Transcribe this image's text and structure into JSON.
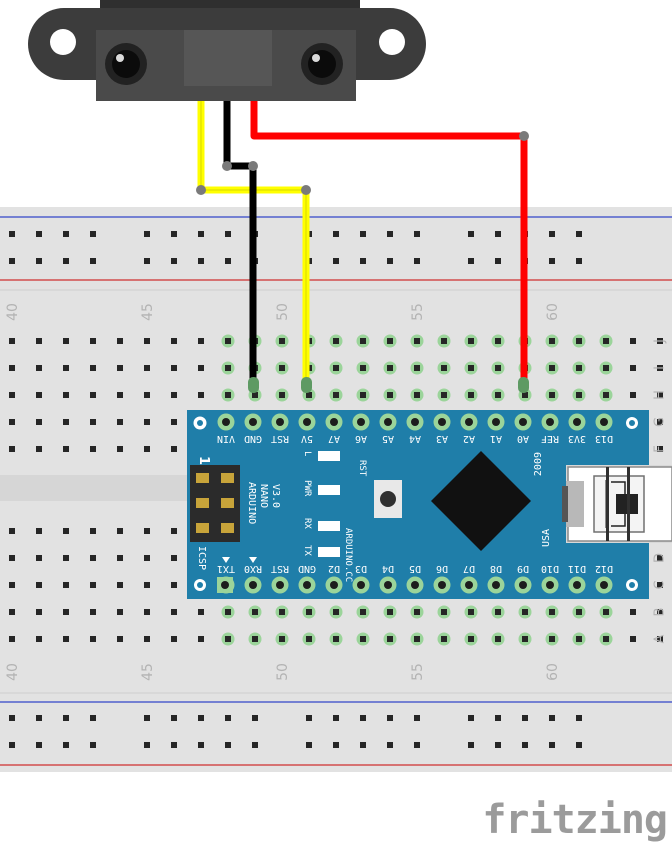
{
  "breadboard": {
    "top_columns": [
      "40",
      "45",
      "50",
      "55",
      "60"
    ],
    "bottom_columns": [
      "40",
      "45",
      "50",
      "55",
      "60"
    ],
    "rows_upper": [
      "J",
      "I",
      "H",
      "G",
      "F"
    ],
    "rows_lower": [
      "E",
      "D",
      "C",
      "B",
      "A"
    ]
  },
  "arduino": {
    "top_pins": [
      "D12",
      "D11",
      "D10",
      "D9",
      "D8",
      "D7",
      "D6",
      "D5",
      "D4",
      "D3",
      "D2",
      "GND",
      "RST",
      "RX0",
      "TX1"
    ],
    "bottom_pins": [
      "D13",
      "3V3",
      "REF",
      "A0",
      "A1",
      "A2",
      "A3",
      "A4",
      "A5",
      "A6",
      "A7",
      "5V",
      "RST",
      "GND",
      "VIN"
    ],
    "board_name": "ARDUINO",
    "board_model": "NANO",
    "board_version": "V3.0",
    "brand": "ARDUINO.CC",
    "year": "2009",
    "usa": "USA",
    "icsp": "ICSP",
    "icsp_pin1": "1",
    "rst_button_label": "RST",
    "led_labels": [
      "TX",
      "RX",
      "PWR",
      "L"
    ]
  },
  "wires": {
    "colors": {
      "red": "#ff0000",
      "black": "#000000",
      "yellow": "#ffff00"
    }
  },
  "watermark": {
    "text": "fritzing"
  }
}
